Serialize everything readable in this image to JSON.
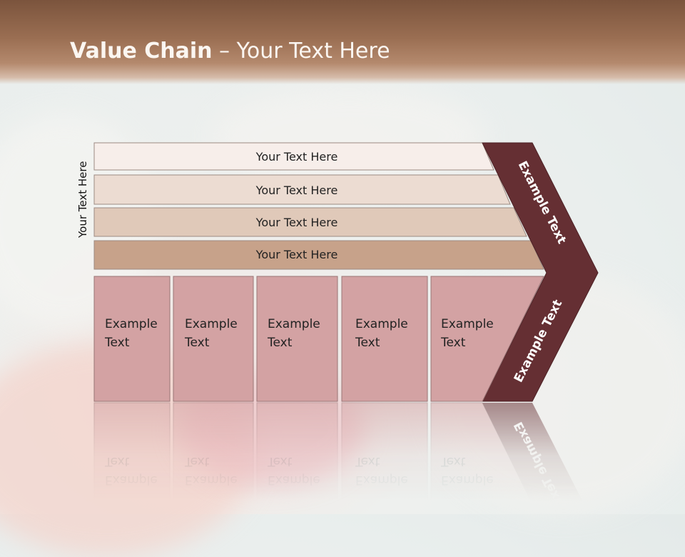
{
  "title": {
    "bold": "Value Chain",
    "rest": " – Your Text Here"
  },
  "side_label": "Your Text Here",
  "support_rows": [
    {
      "label": "Your Text Here",
      "color": "#f7eeea"
    },
    {
      "label": "Your Text Here",
      "color": "#ecdcd2"
    },
    {
      "label": "Your Text Here",
      "color": "#e0c9b9"
    },
    {
      "label": "Your Text Here",
      "color": "#c7a28a"
    }
  ],
  "primary_boxes": [
    {
      "line1": "Example",
      "line2": "Text"
    },
    {
      "line1": "Example",
      "line2": "Text"
    },
    {
      "line1": "Example",
      "line2": "Text"
    },
    {
      "line1": "Example",
      "line2": "Text"
    },
    {
      "line1": "Example",
      "line2": "Text"
    }
  ],
  "margin_labels": {
    "upper": "Example Text",
    "lower": "Example Text"
  },
  "colors": {
    "primary_box": "#d3a2a3",
    "margin_arrow": "#652f33",
    "header_brown": "#8d624a"
  }
}
